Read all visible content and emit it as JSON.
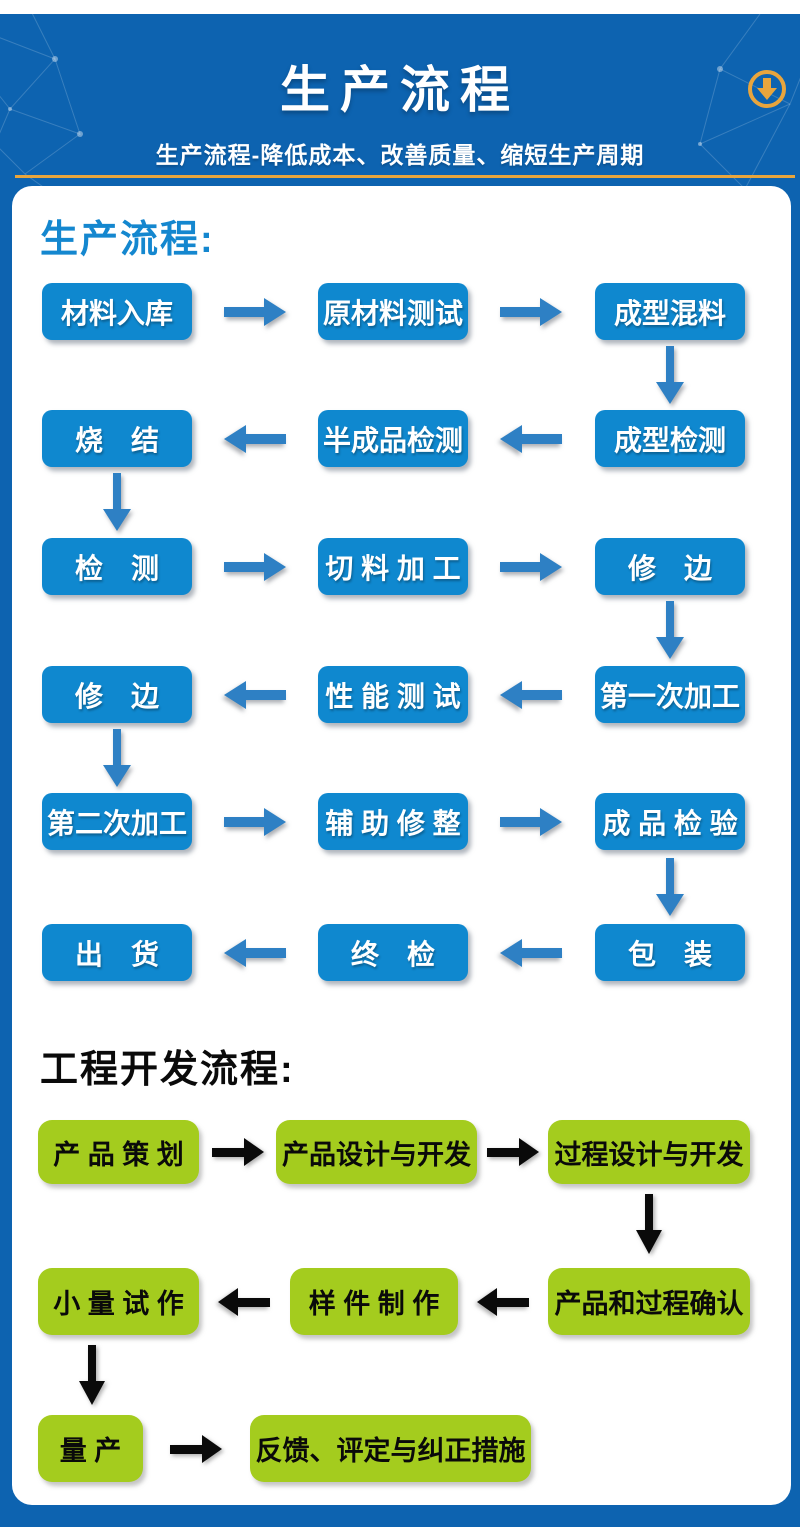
{
  "header": {
    "title": "生产流程",
    "subtitle": "生产流程-降低成本、改善质量、缩短生产周期",
    "download_icon": "circle-down-arrow-icon"
  },
  "colors": {
    "page_blue": "#0d63b0",
    "box_blue": "#0f88cf",
    "arrow_blue": "#2e80c4",
    "heading_blue": "#1487cf",
    "green": "#a4cc1e",
    "gold": "#e8a53d",
    "black": "#0a0a0a"
  },
  "production": {
    "heading": "生产流程:",
    "boxes": [
      "材料入库",
      "原材料测试",
      "成型混料",
      "烧　结",
      "半成品检测",
      "成型检测",
      "检　测",
      "切 料 加 工",
      "修　边",
      "修　边",
      "性 能 测 试",
      "第一次加工",
      "第二次加工",
      "辅 助 修 整",
      "成 品 检 验",
      "出　货",
      "终　检",
      "包　装"
    ],
    "flow_order": "材料入库 → 原材料测试 → 成型混料 → 成型检测 → 半成品检测 → 烧结 → 检测 → 切料加工 → 修边 → 第一次加工 → 性能测试 → 修边 → 第二次加工 → 辅助修整 → 成品检验 → 包装 → 终检 → 出货"
  },
  "engineering": {
    "heading": "工程开发流程:",
    "boxes": [
      "产 品 策 划",
      "产品设计与开发",
      "过程设计与开发",
      "小 量 试 作",
      "样 件 制 作",
      "产品和过程确认",
      "量 产",
      "反馈、评定与纠正措施"
    ],
    "flow_order": "产品策划 → 产品设计与开发 → 过程设计与开发 → 产品和过程确认 → 样件制作 → 小量试作 → 量产 → 反馈、评定与纠正措施"
  }
}
